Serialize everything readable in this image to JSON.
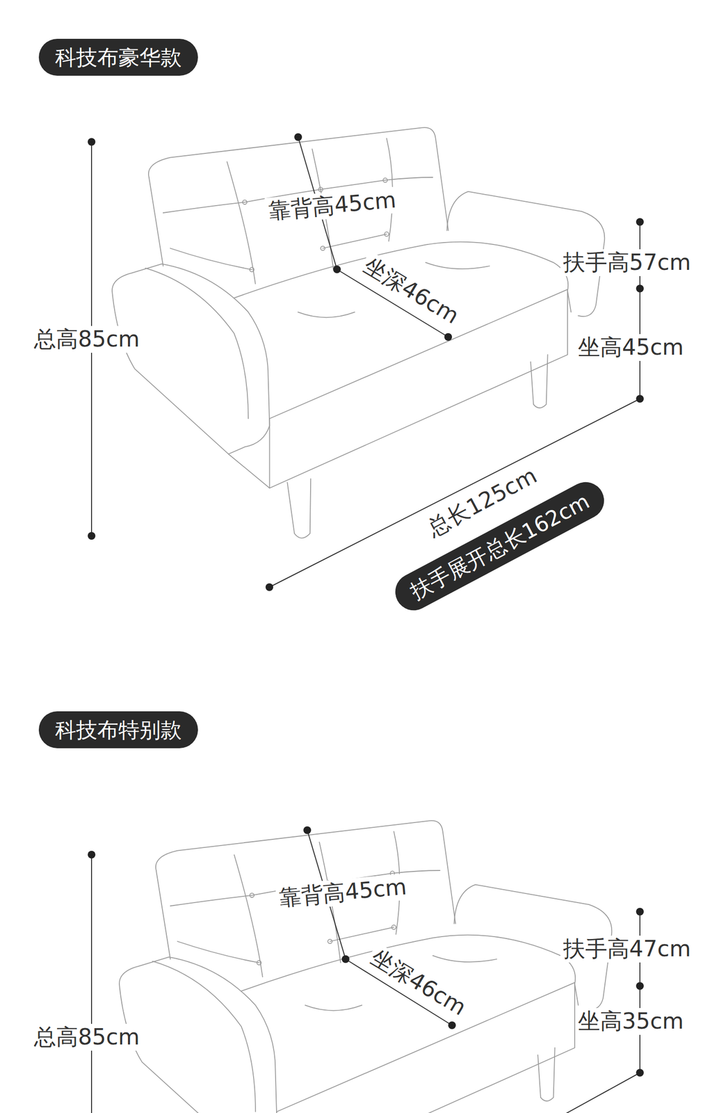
{
  "diagram": {
    "nodes": [
      {
        "text": [
          "科技布豪华款"
        ]
      },
      {
        "text": [
          "扶手展开总长162cm"
        ]
      },
      {
        "text": [
          "科技布特别款"
        ]
      }
    ],
    "labels": [
      "总高85cm",
      "靠背高45cm",
      "坐深46cm",
      "扶手高57cm",
      "坐高45cm",
      "总长125cm",
      "总高85cm",
      "靠背高45cm",
      "坐深46cm",
      "扶手高47cm",
      "坐高35cm"
    ]
  }
}
